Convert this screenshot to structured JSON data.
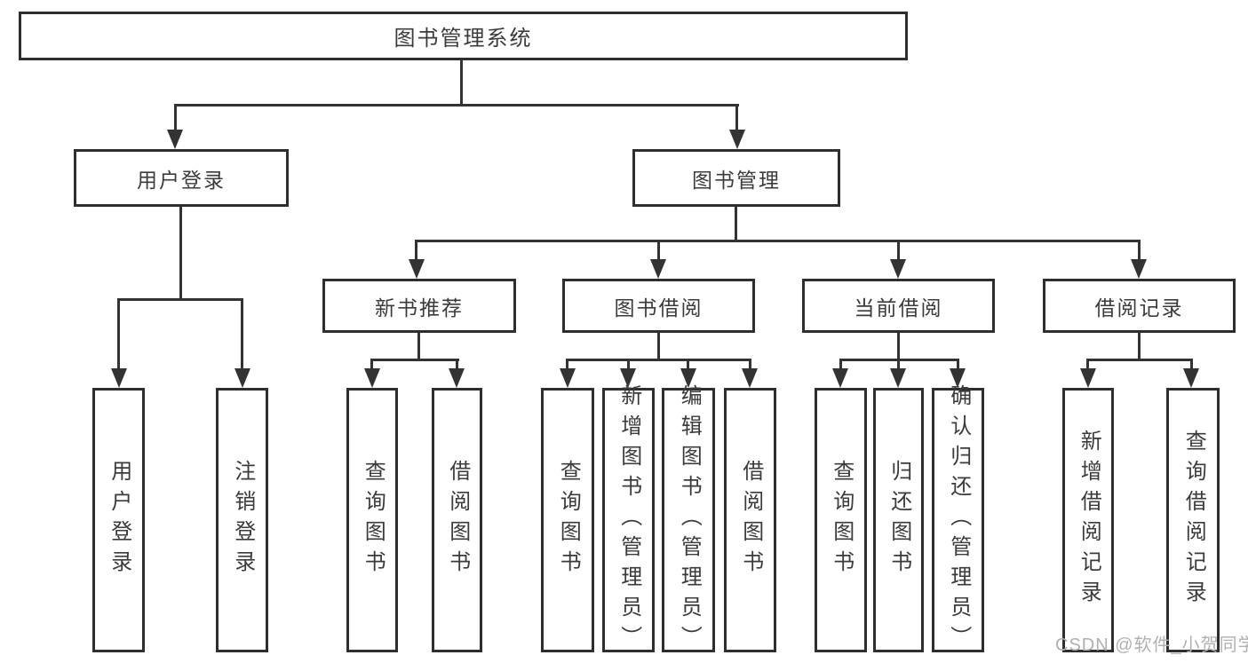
{
  "watermark": "CSDN @软件_小贺同学",
  "colors": {
    "background": "#ffffff",
    "box_border": "#2e2e2e",
    "connector_line": "#333333",
    "text": "#3b3b3b",
    "watermark": "#b0b0b0"
  },
  "tree": {
    "label": "图书管理系统",
    "children": [
      {
        "label": "用户登录",
        "children": [
          {
            "label": "用户登录"
          },
          {
            "label": "注销登录"
          }
        ]
      },
      {
        "label": "图书管理",
        "children": [
          {
            "label": "新书推荐",
            "children": [
              {
                "label": "查询图书"
              },
              {
                "label": "借阅图书"
              }
            ]
          },
          {
            "label": "图书借阅",
            "children": [
              {
                "label": "查询图书"
              },
              {
                "label": "新增图书（管理员）"
              },
              {
                "label": "编辑图书（管理员）"
              },
              {
                "label": "借阅图书"
              }
            ]
          },
          {
            "label": "当前借阅",
            "children": [
              {
                "label": "查询图书"
              },
              {
                "label": "归还图书"
              },
              {
                "label": "确认归还（管理员）"
              }
            ]
          },
          {
            "label": "借阅记录",
            "children": [
              {
                "label": "新增借阅记录"
              },
              {
                "label": "查询借阅记录"
              }
            ]
          }
        ]
      }
    ]
  }
}
